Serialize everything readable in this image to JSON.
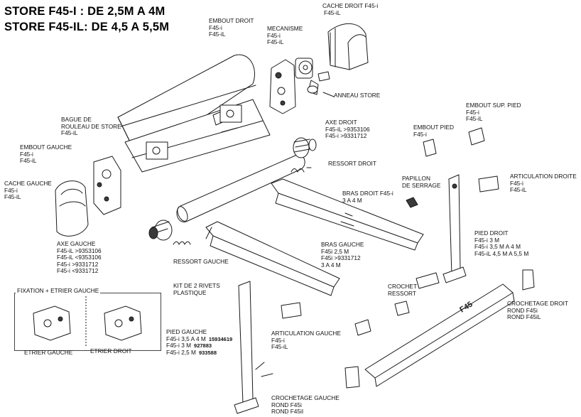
{
  "titles": {
    "line1": "STORE F45-I : DE 2,5M A 4M",
    "line2": "STORE F45-IL: DE 4,5 A 5,5M"
  },
  "labels": {
    "cache_droit": [
      "CACHE DROIT F45-i",
      "F45-iL"
    ],
    "embout_droit": [
      "EMBOUT DROIT",
      "F45-i",
      "F45-iL"
    ],
    "mecanisme": [
      "MECANISME",
      "F45-i",
      "F45-iL"
    ],
    "anneau_store": [
      "ANNEAU STORE"
    ],
    "bague": [
      "BAGUE DE",
      "ROULEAU DE STORE",
      "F45-iL"
    ],
    "embout_gauche": [
      "EMBOUT GAUCHE",
      "F45-i",
      "F45-iL"
    ],
    "cache_gauche": [
      "CACHE GAUCHE",
      "F45-i",
      "F45-iL"
    ],
    "axe_droit": [
      "AXE DROIT",
      "F45-iL >9353106",
      "F45-i >9331712"
    ],
    "ressort_droit": [
      "RESSORT DROIT"
    ],
    "embout_pied": [
      "EMBOUT PIED",
      "F45-i"
    ],
    "embout_sup_pied": [
      "EMBOUT SUP. PIED",
      "F45-i",
      "F45-iL"
    ],
    "papillon": [
      "PAPILLON",
      "DE SERRAGE"
    ],
    "articulation_droite": [
      "ARTICULATION DROITE",
      "F45-i",
      "F45-iL"
    ],
    "bras_droit": [
      "BRAS DROIT F45-i",
      "3 A 4 M"
    ],
    "pied_droit": [
      "PIED DROIT",
      "F45-i 3 M",
      "F45-i 3,5 M A 4 M",
      "F45-iL 4,5 M A 5,5 M"
    ],
    "axe_gauche": [
      "AXE GAUCHE",
      "F45-iL >9353106",
      "F45-iL <9353106",
      "F45-i >9331712",
      "F45-i <9331712"
    ],
    "ressort_gauche": [
      "RESSORT GAUCHE"
    ],
    "bras_gauche": [
      "BRAS GAUCHE",
      "F45i 2,5 M",
      "F45i >9331712",
      "3 A 4 M"
    ],
    "fixation": [
      "FIXATION + ETRIER GAUCHE"
    ],
    "etrier_gauche": [
      "ETRIER GAUCHE"
    ],
    "etrier_droit": [
      "ETRIER DROIT"
    ],
    "kit_rivets": [
      "KIT DE 2 RIVETS",
      "PLASTIQUE"
    ],
    "crochet": [
      "CROCHET",
      "RESSORT"
    ],
    "crochetage_droit": [
      "CROCHETAGE DROIT",
      "ROND F45i",
      "ROND F45iL"
    ],
    "pied_gauche": {
      "title": "PIED GAUCHE",
      "rows": [
        {
          "text": "F45-i 3,5 A 4 M",
          "ref": "15934619"
        },
        {
          "text": "F45-i 3 M",
          "ref": "927883"
        },
        {
          "text": "F45-i 2,5 M",
          "ref": "933588"
        }
      ]
    },
    "articulation_gauche": [
      "ARTICULATION GAUCHE",
      "F45-i",
      "F45-iL"
    ],
    "crochetage_gauche": [
      "CROCHETAGE GAUCHE",
      "ROND F45i",
      "ROND F45iI"
    ]
  },
  "colors": {
    "line": "#1a1a1a",
    "fill_light": "#ffffff",
    "fill_dark": "#3a3a3a"
  }
}
